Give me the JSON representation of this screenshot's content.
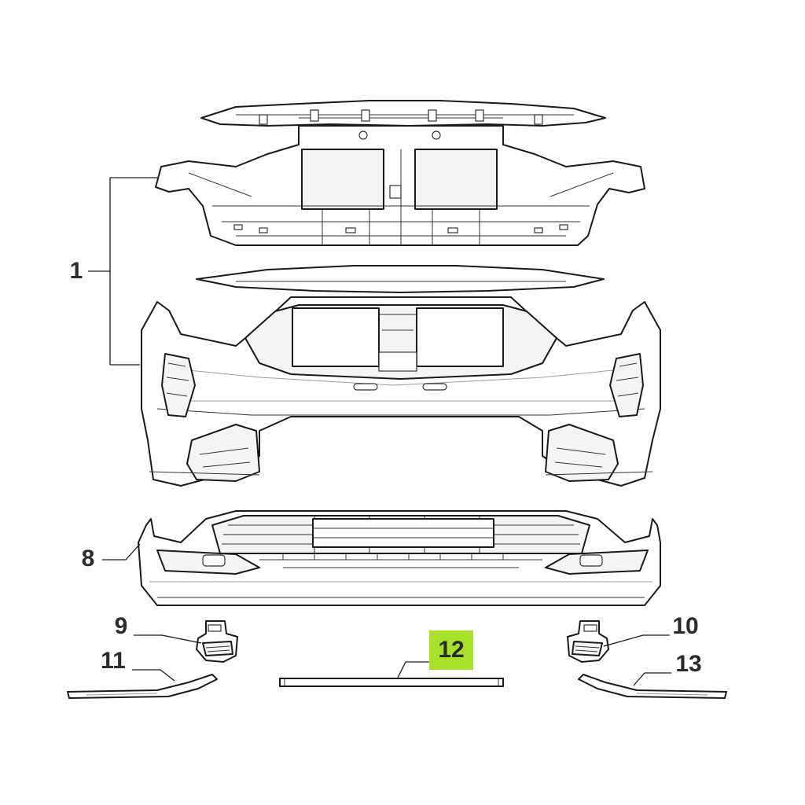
{
  "callouts": [
    {
      "id": "1",
      "label": "1"
    },
    {
      "id": "8",
      "label": "8"
    },
    {
      "id": "9",
      "label": "9"
    },
    {
      "id": "10",
      "label": "10"
    },
    {
      "id": "11",
      "label": "11"
    },
    {
      "id": "12",
      "label": "12"
    },
    {
      "id": "13",
      "label": "13"
    }
  ],
  "highlight": {
    "callout": "12",
    "color": "#a8e02c"
  },
  "colors": {
    "line": "#1a1a1a",
    "label": "#2b2b2b",
    "background": "#ffffff"
  }
}
